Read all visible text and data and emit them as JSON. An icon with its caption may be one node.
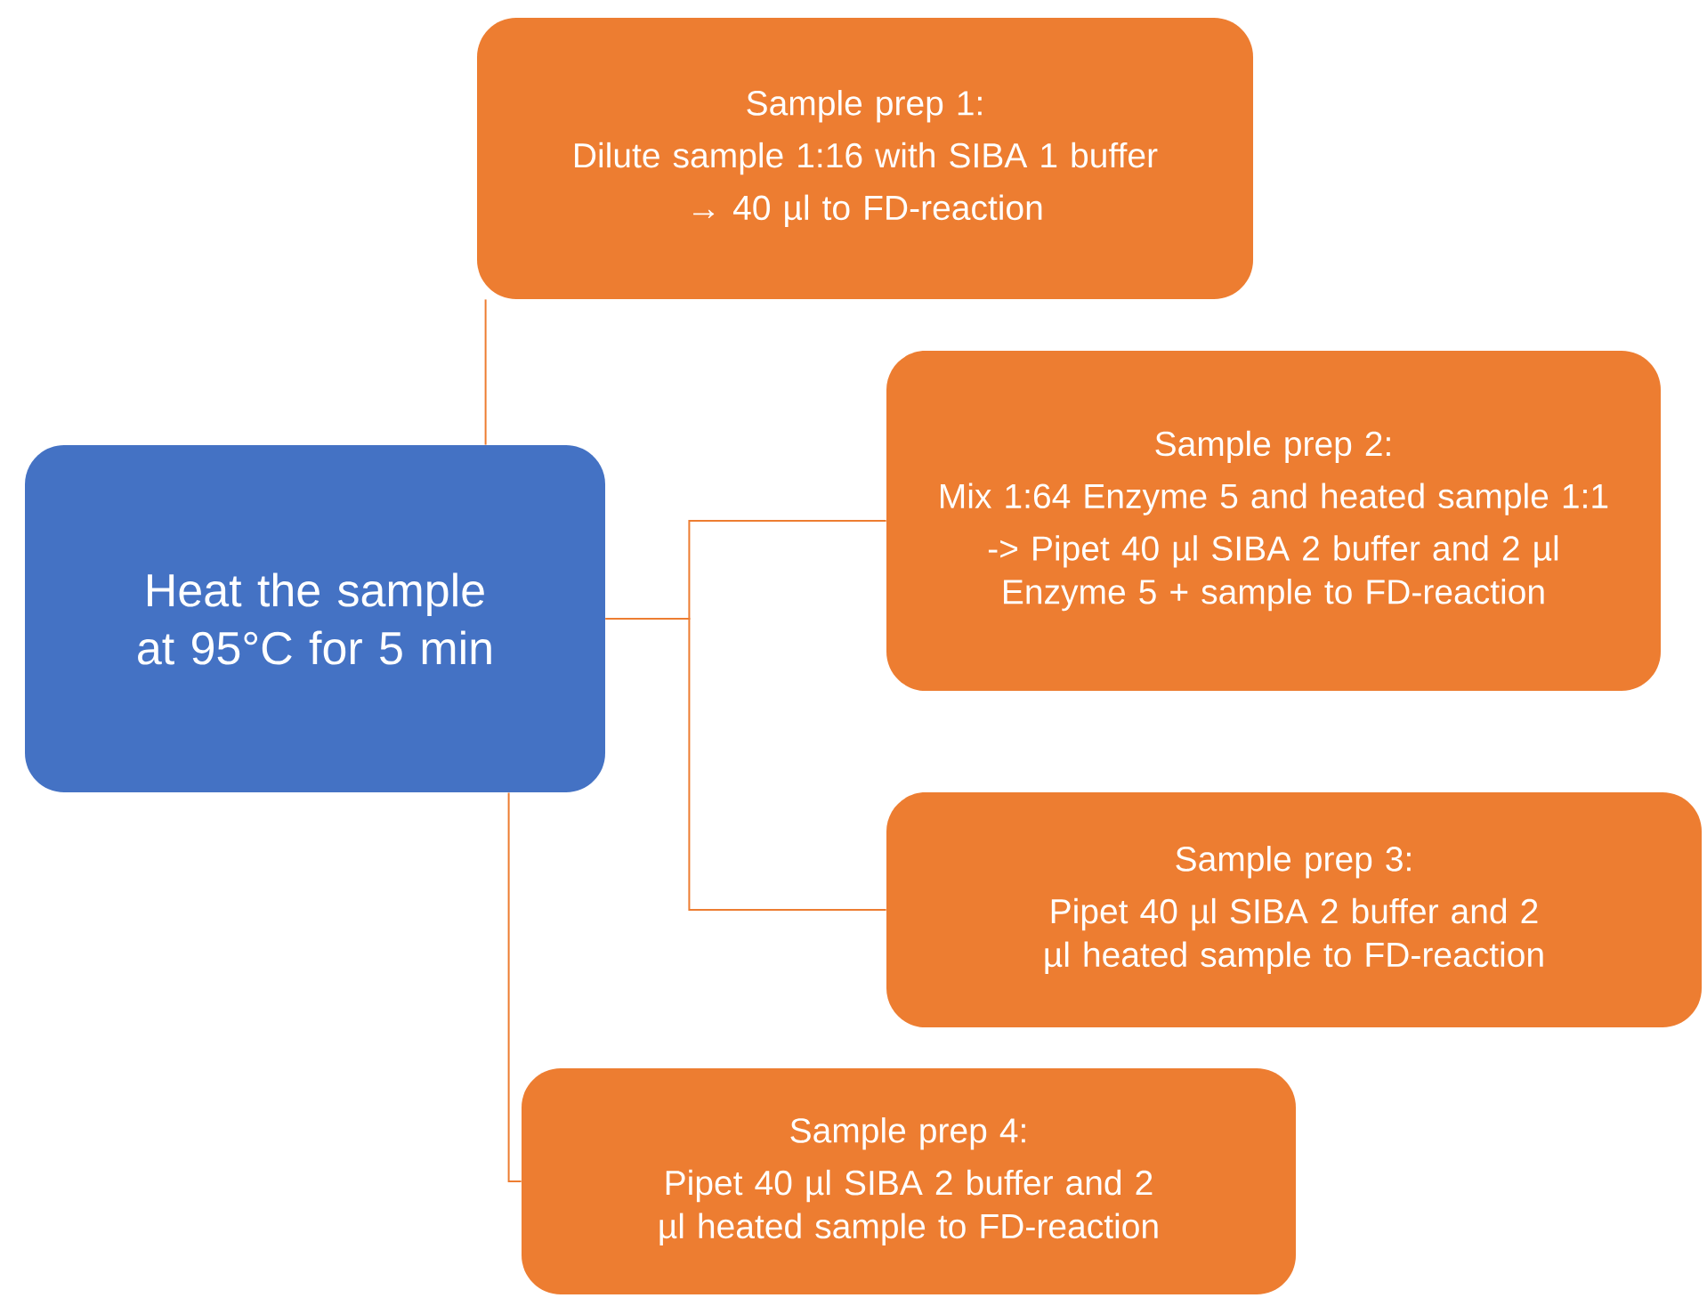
{
  "diagram": {
    "nodes": [
      {
        "text": [
          "Heat the sample at 95°C for 5 min"
        ]
      },
      {
        "text": [
          "Sample prep 1:",
          "Dilute sample 1:16 with SIBA 1 buffer",
          "→ 40 µl to FD-reaction"
        ]
      },
      {
        "text": [
          "Sample prep 2:",
          "Mix 1:64 Enzyme 5 and heated sample 1:1",
          "-> Pipet 40 µl SIBA 2 buffer and 2 µl Enzyme 5 + sample to FD-reaction"
        ]
      },
      {
        "text": [
          "Sample prep 3:",
          "Pipet 40 µl SIBA 2 buffer and 2 µl heated sample to FD-reaction"
        ]
      },
      {
        "text": [
          "Sample prep 4:",
          "Pipet 40 µl SIBA 2 buffer and 2 µl heated sample to FD-reaction"
        ]
      }
    ],
    "edges": [
      {
        "from": 0,
        "to": 1,
        "arrow": "none"
      },
      {
        "from": 0,
        "to": 2,
        "arrow": "none"
      },
      {
        "from": 0,
        "to": 3,
        "arrow": "none"
      },
      {
        "from": 0,
        "to": 4,
        "arrow": "none"
      }
    ]
  }
}
